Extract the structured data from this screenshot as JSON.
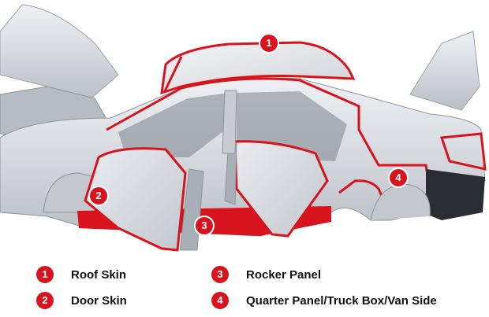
{
  "diagram": {
    "callouts": [
      {
        "number": "1",
        "label": "Roof Skin"
      },
      {
        "number": "2",
        "label": "Door Skin"
      },
      {
        "number": "3",
        "label": "Rocker Panel"
      },
      {
        "number": "4",
        "label": "Quarter Panel/Truck Box/Van Side"
      }
    ],
    "colors": {
      "highlight": "#d7141d",
      "body": "#d9dde2",
      "panel_dark": "#9aa1a9",
      "shadow": "#2a2d31"
    }
  }
}
